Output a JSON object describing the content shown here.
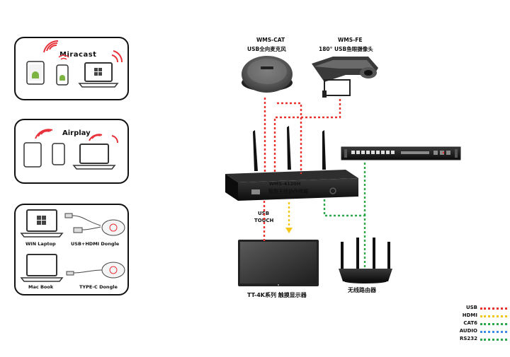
{
  "sources": {
    "miracast_title": "Miracast",
    "airplay_title": "Airplay",
    "win_laptop_label": "WIN Laptop",
    "usb_hdmi_dongle_label": "USB+HDMI Dongle",
    "macbook_label": "Mac Book",
    "typec_dongle_label": "TYPE-C Dongle"
  },
  "devices": {
    "mic_model": "WMS-CAT",
    "mic_desc": "USB全向麦克风",
    "camera_model": "WMS-FE",
    "camera_desc": "180° USB鱼眼摄像头",
    "hub_model": "WMS-4120H",
    "hub_desc": "智能无线协作终端",
    "display_desc": "TT-4K系列 触摸显示器",
    "router_desc": "无线路由器",
    "usb_touch_label_1": "USB",
    "usb_touch_label_2": "TOUCH"
  },
  "legend": [
    {
      "label": "USB",
      "color": "#e8322d"
    },
    {
      "label": "HDMI",
      "color": "#f5c518"
    },
    {
      "label": "CAT6",
      "color": "#2aa84a"
    },
    {
      "label": "AUDIO",
      "color": "#3a8ee6"
    },
    {
      "label": "RS232",
      "color": "#2aa84a"
    }
  ],
  "colors": {
    "usb": "#e8322d",
    "hdmi": "#f5c518",
    "cat6": "#2aa84a",
    "wifi": "#e8323a"
  }
}
